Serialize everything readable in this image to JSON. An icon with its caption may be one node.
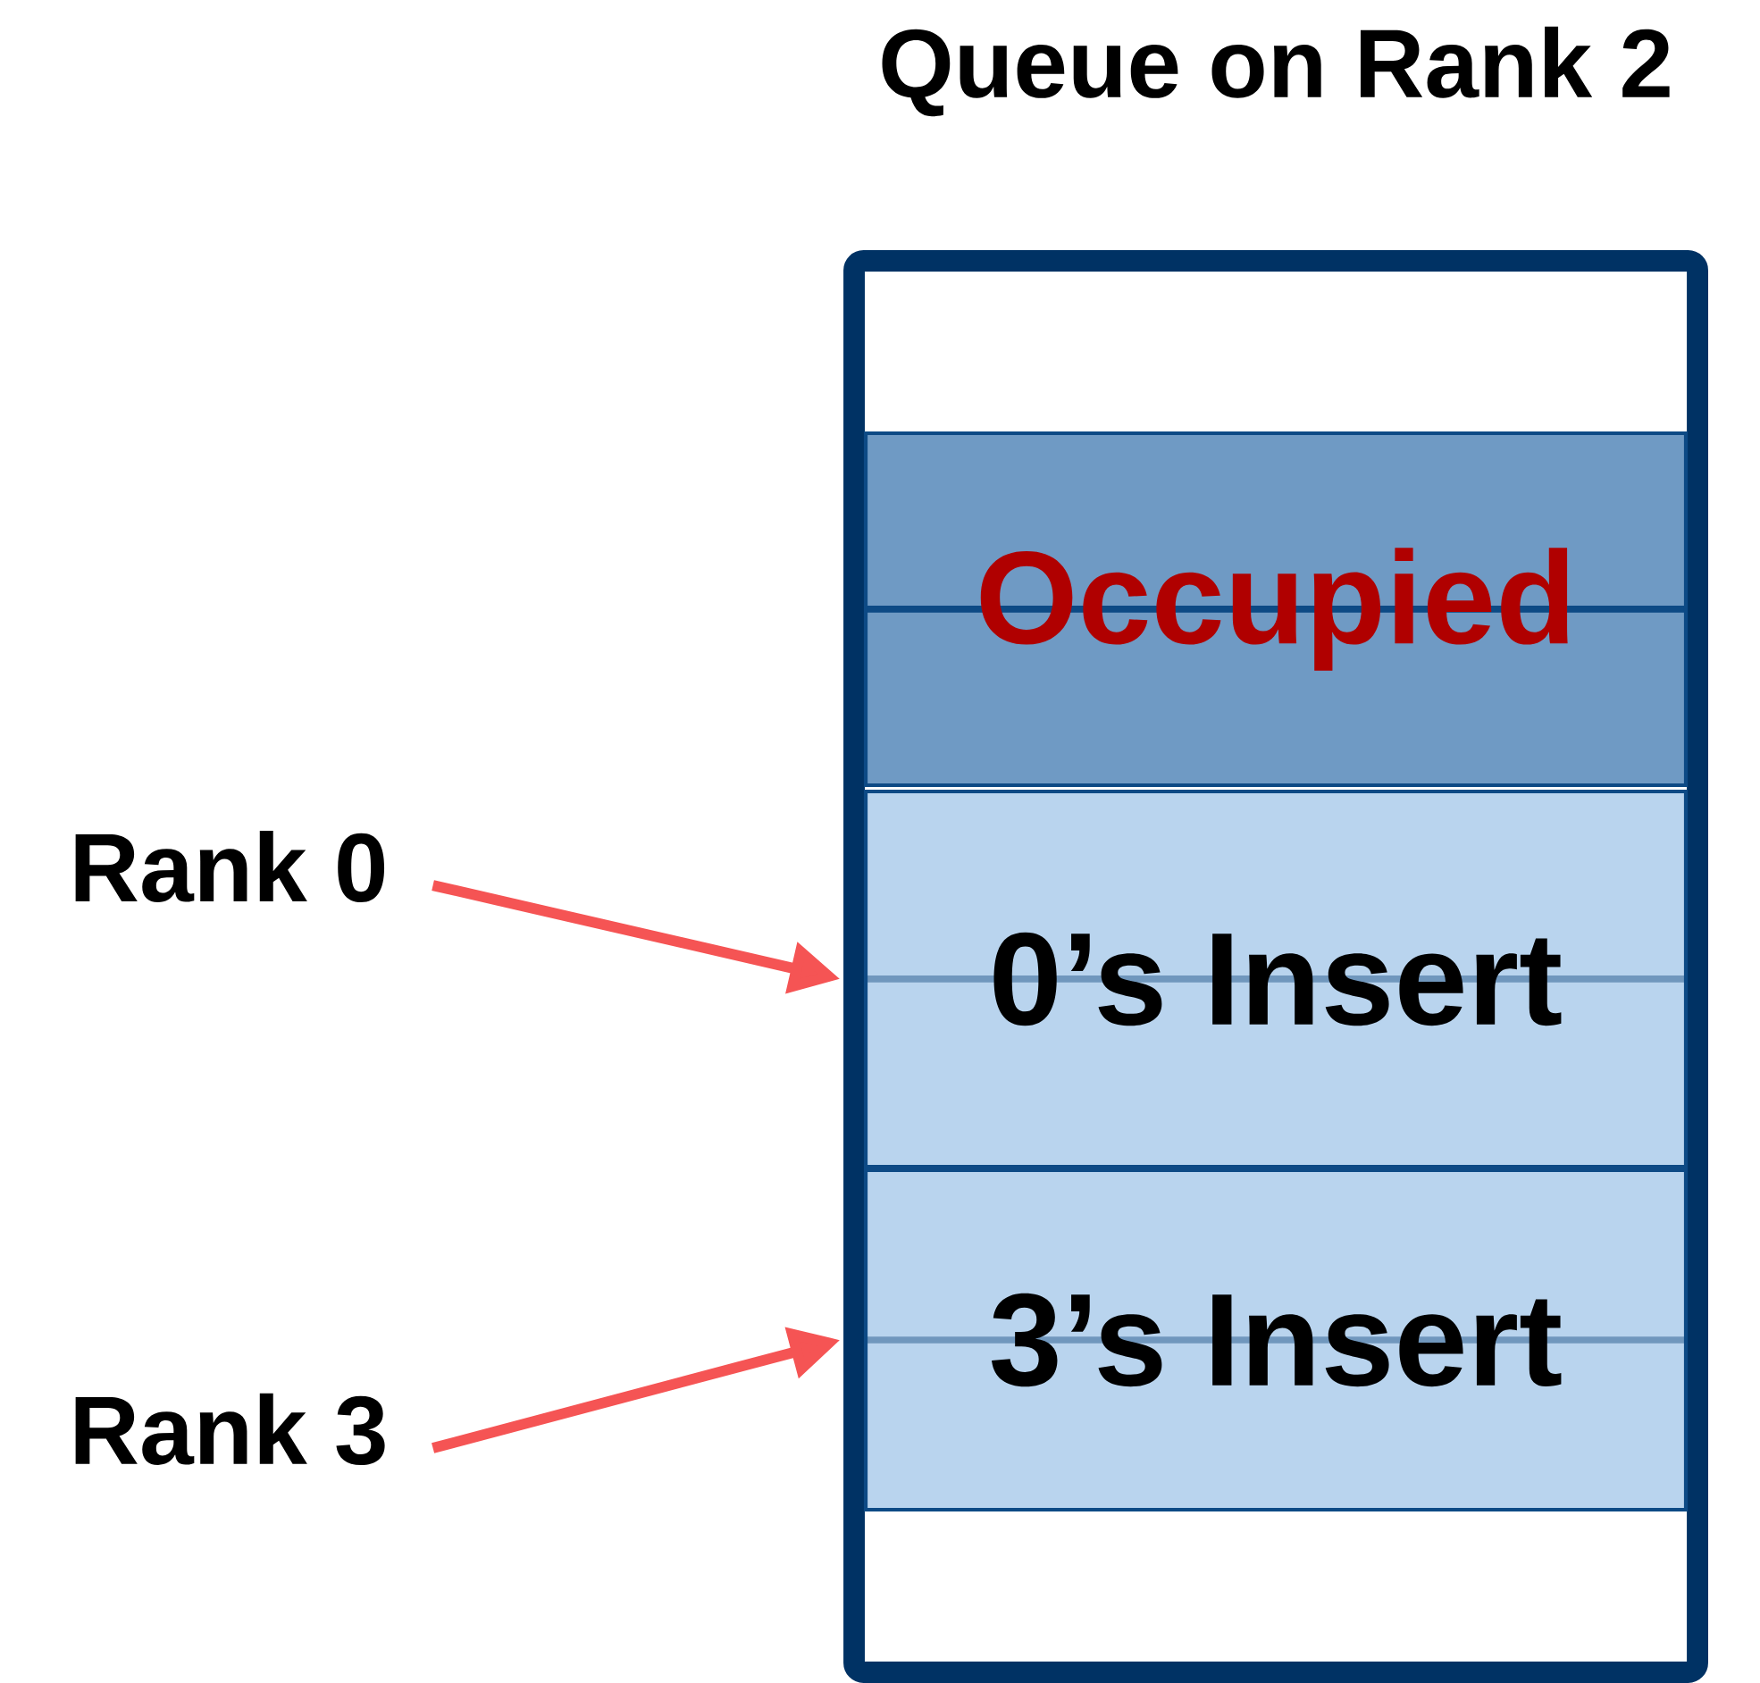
{
  "diagram": {
    "title": "Queue on Rank 2",
    "nodes": [
      {
        "text": [],
        "shape": "box"
      },
      {
        "text": [
          "Occupied"
        ],
        "in": 0
      },
      {
        "text": [
          "0’s Insert"
        ],
        "in": 0
      },
      {
        "text": [
          "3’s Insert"
        ],
        "in": 0
      },
      {
        "text": [
          "Rank 0"
        ]
      },
      {
        "text": [
          "Rank 3"
        ]
      }
    ],
    "edges": [
      {
        "from": 4,
        "to": 2,
        "arrow": "to"
      },
      {
        "from": 5,
        "to": 3,
        "arrow": "to"
      }
    ]
  }
}
